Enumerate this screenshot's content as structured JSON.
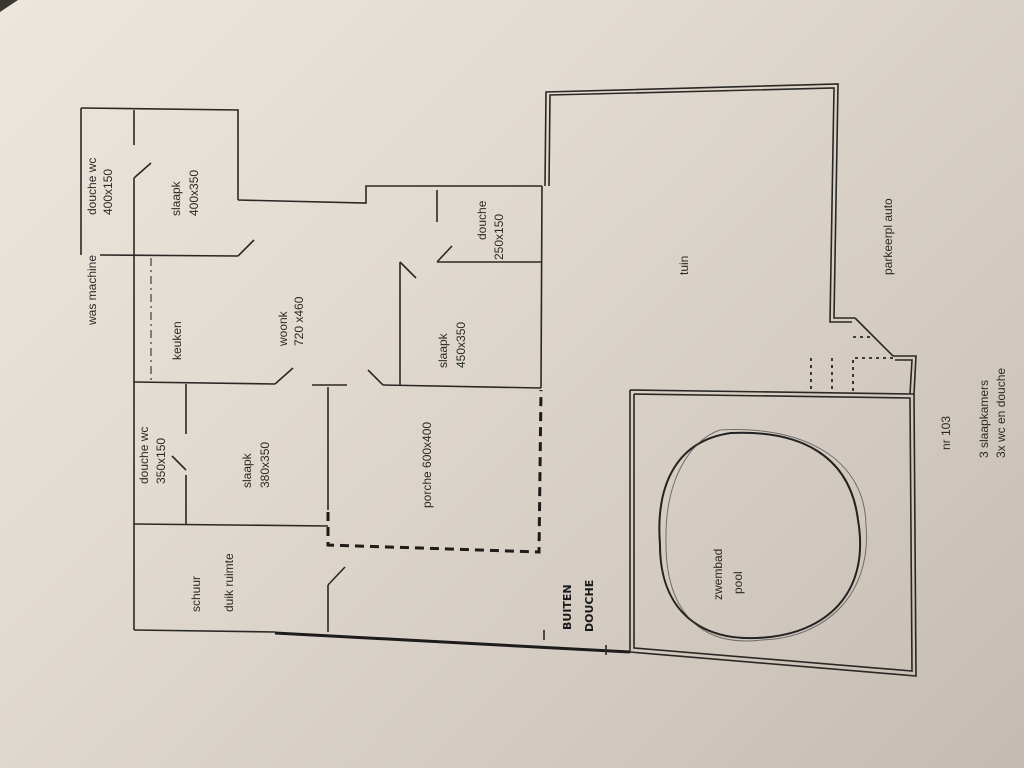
{
  "document": {
    "type": "floor plan sketch",
    "orientation": "rotated 90 degrees counter-clockwise",
    "background_color": "#e4ddd3",
    "line_color": "#2a2826"
  },
  "rooms": {
    "was_machine": {
      "label": "was machine"
    },
    "douche_wc_1": {
      "label": "douche wc",
      "size": "400x150"
    },
    "slaapk_1": {
      "label": "slaapk",
      "size": "400x350"
    },
    "keuken": {
      "label": "keuken"
    },
    "woonk": {
      "label": "woonk",
      "size": "720 x460"
    },
    "douche_wc_2": {
      "label": "douche wc",
      "size": "350x150"
    },
    "slaapk_2": {
      "label": "slaapk",
      "size": "380x350"
    },
    "schuur": {
      "label": "schuur",
      "sublabel": "duik ruimte"
    },
    "douche_3": {
      "label": "douche",
      "size": "250x150"
    },
    "slaapk_3": {
      "label": "slaapk",
      "size": "450x350"
    },
    "porche": {
      "label": "porche 600x400"
    },
    "tuin": {
      "label": "tuin"
    },
    "parkeerplaats": {
      "label": "parkeerpl auto"
    },
    "zwembad": {
      "label": "zwembad",
      "sublabel": "pool"
    }
  },
  "annotations": {
    "buiten_douche": {
      "line1": "BUITEN",
      "line2": "DOUCHE"
    },
    "house_number": "nr 103",
    "summary": {
      "line1": "3 slaapkamers",
      "line2": "3x wc en douche"
    }
  }
}
